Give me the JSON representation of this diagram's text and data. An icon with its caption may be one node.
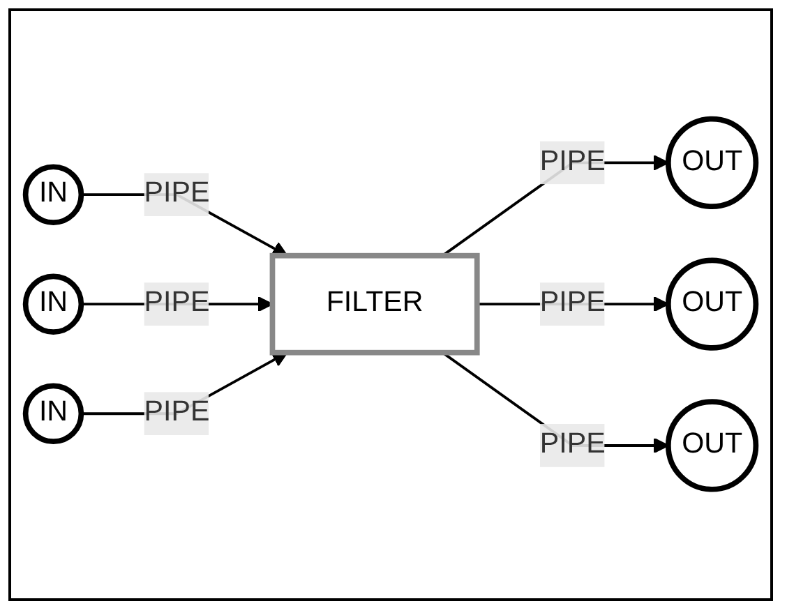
{
  "diagram": {
    "nodes": [
      {
        "text": [
          "IN"
        ]
      },
      {
        "text": [
          "OUT"
        ]
      },
      {
        "text": [
          "IN"
        ]
      },
      {
        "text": [
          "FILTER"
        ]
      },
      {
        "text": [
          "OUT"
        ]
      },
      {
        "text": [
          "IN"
        ]
      },
      {
        "text": [
          "OUT"
        ]
      }
    ],
    "edges": [
      {
        "from": 0,
        "to": 3,
        "arrow": "to",
        "label": "PIPE"
      },
      {
        "from": 2,
        "to": 3,
        "arrow": "to",
        "label": "PIPE"
      },
      {
        "from": 5,
        "to": 3,
        "arrow": "to",
        "label": "PIPE"
      },
      {
        "from": 3,
        "to": 1,
        "arrow": "to",
        "label": "PIPE"
      },
      {
        "from": 3,
        "to": 4,
        "arrow": "to",
        "label": "PIPE"
      },
      {
        "from": 3,
        "to": 6,
        "arrow": "to",
        "label": "PIPE"
      }
    ]
  }
}
